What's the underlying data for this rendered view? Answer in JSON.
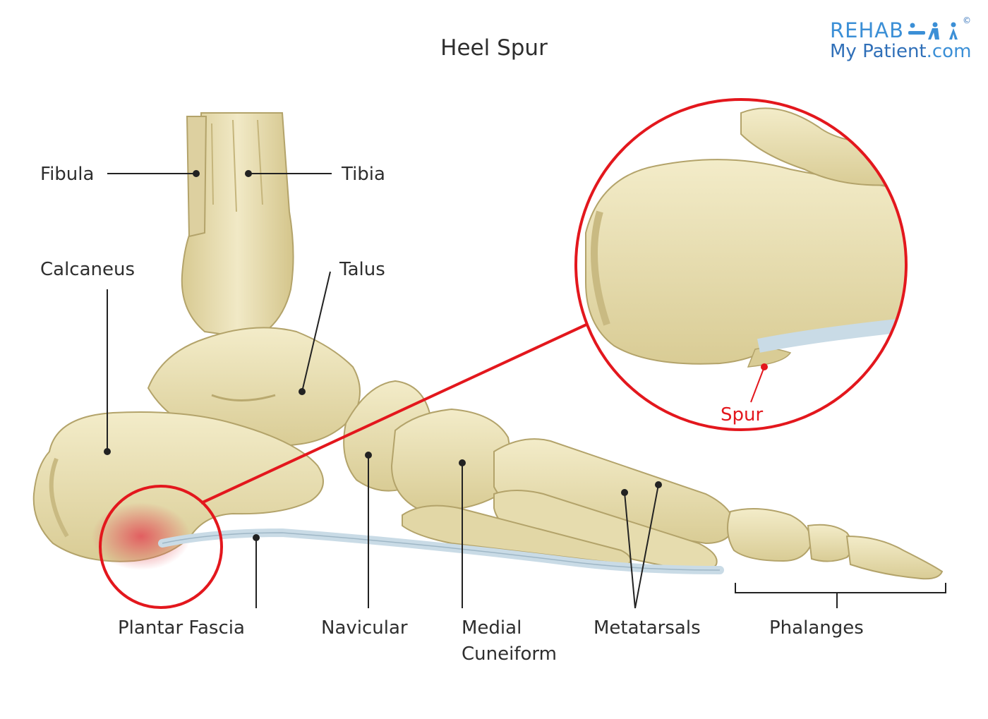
{
  "title": "Heel Spur",
  "logo": {
    "line1": "REHAB",
    "line2_main": "My Patient",
    "line2_suffix": ".com",
    "copyright": "©",
    "figure_icon": "exercise-figures-icon"
  },
  "labels": {
    "fibula": "Fibula",
    "tibia": "Tibia",
    "calcaneus": "Calcaneus",
    "talus": "Talus",
    "spur": "Spur",
    "plantar_fascia": "Plantar Fascia",
    "navicular": "Navicular",
    "medial_cuneiform_line1": "Medial",
    "medial_cuneiform_line2": "Cuneiform",
    "metatarsals": "Metatarsals",
    "phalanges": "Phalanges"
  },
  "colors": {
    "bone": "#ece3b8",
    "bone_shadow": "#c9ba82",
    "bone_outline": "#b3a36a",
    "fascia": "#c9dbe6",
    "highlight": "#e3171d",
    "inflammation": "#e2525a",
    "leader": "#222222",
    "logo_blue": "#3b8fd6"
  }
}
